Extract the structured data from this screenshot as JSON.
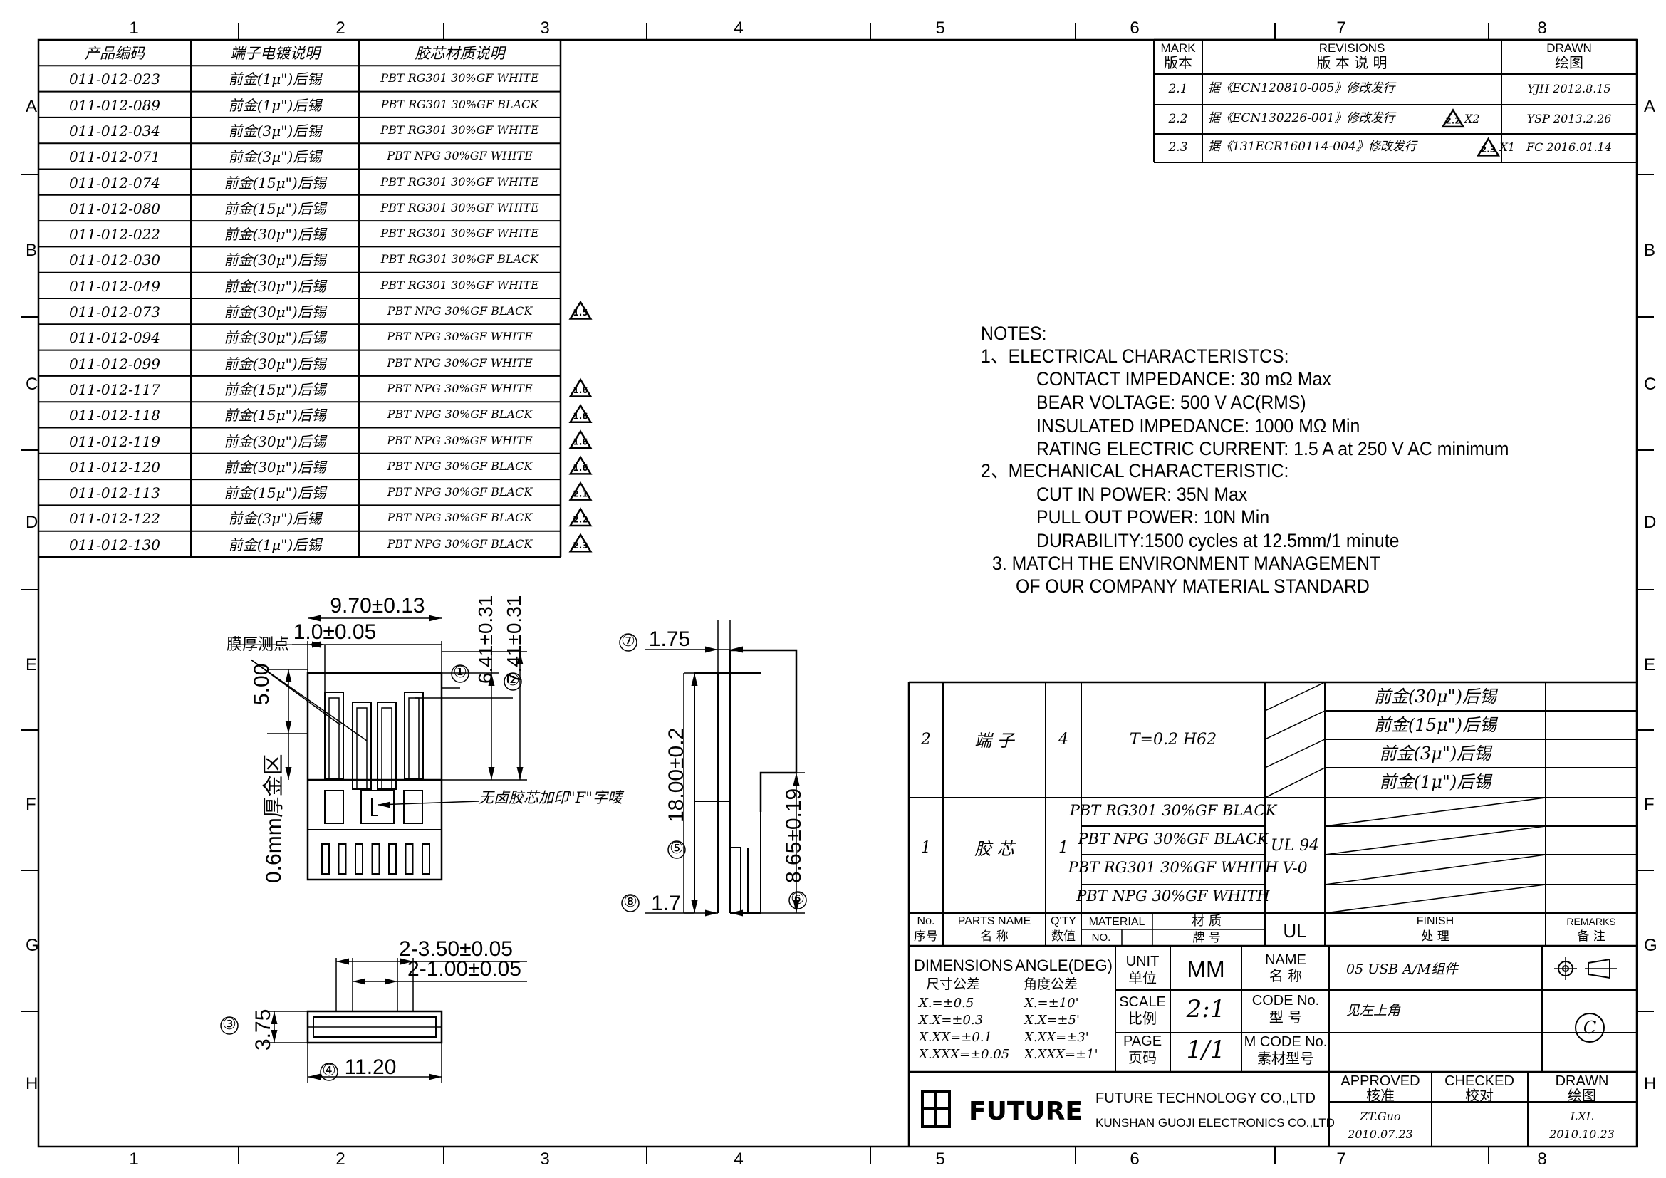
{
  "zones": {
    "cols": [
      "1",
      "2",
      "3",
      "4",
      "5",
      "6",
      "7",
      "8"
    ],
    "rows": [
      "A",
      "B",
      "C",
      "D",
      "E",
      "F",
      "G",
      "H"
    ]
  },
  "part_table": {
    "headers": [
      "产品编码",
      "端子电镀说明",
      "胶芯材质说明"
    ],
    "rows": [
      {
        "code": "011-012-023",
        "plating": "前金(1μ\")后锡",
        "material": "PBT RG301 30%GF WHITE",
        "mark": ""
      },
      {
        "code": "011-012-089",
        "plating": "前金(1μ\")后锡",
        "material": "PBT RG301 30%GF BLACK",
        "mark": ""
      },
      {
        "code": "011-012-034",
        "plating": "前金(3μ\")后锡",
        "material": "PBT RG301 30%GF WHITE",
        "mark": ""
      },
      {
        "code": "011-012-071",
        "plating": "前金(3μ\")后锡",
        "material": "PBT NPG 30%GF WHITE",
        "mark": ""
      },
      {
        "code": "011-012-074",
        "plating": "前金(15μ\")后锡",
        "material": "PBT RG301 30%GF WHITE",
        "mark": ""
      },
      {
        "code": "011-012-080",
        "plating": "前金(15μ\")后锡",
        "material": "PBT RG301 30%GF WHITE",
        "mark": ""
      },
      {
        "code": "011-012-022",
        "plating": "前金(30μ\")后锡",
        "material": "PBT RG301 30%GF WHITE",
        "mark": ""
      },
      {
        "code": "011-012-030",
        "plating": "前金(30μ\")后锡",
        "material": "PBT RG301 30%GF BLACK",
        "mark": ""
      },
      {
        "code": "011-012-049",
        "plating": "前金(30μ\")后锡",
        "material": "PBT RG301 30%GF WHITE",
        "mark": ""
      },
      {
        "code": "011-012-073",
        "plating": "前金(30μ\")后锡",
        "material": "PBT NPG 30%GF BLACK",
        "mark": "1.5"
      },
      {
        "code": "011-012-094",
        "plating": "前金(30μ\")后锡",
        "material": "PBT NPG 30%GF WHITE",
        "mark": ""
      },
      {
        "code": "011-012-099",
        "plating": "前金(30μ\")后锡",
        "material": "PBT NPG 30%GF WHITE",
        "mark": ""
      },
      {
        "code": "011-012-117",
        "plating": "前金(15μ\")后锡",
        "material": "PBT NPG 30%GF WHITE",
        "mark": "1.6"
      },
      {
        "code": "011-012-118",
        "plating": "前金(15μ\")后锡",
        "material": "PBT NPG 30%GF BLACK",
        "mark": "1.6"
      },
      {
        "code": "011-012-119",
        "plating": "前金(30μ\")后锡",
        "material": "PBT NPG 30%GF WHITE",
        "mark": "1.6"
      },
      {
        "code": "011-012-120",
        "plating": "前金(30μ\")后锡",
        "material": "PBT NPG 30%GF BLACK",
        "mark": "1.6"
      },
      {
        "code": "011-012-113",
        "plating": "前金(15μ\")后锡",
        "material": "PBT NPG 30%GF BLACK",
        "mark": "2.1"
      },
      {
        "code": "011-012-122",
        "plating": "前金(3μ\")后锡",
        "material": "PBT NPG 30%GF BLACK",
        "mark": "2.2"
      },
      {
        "code": "011-012-130",
        "plating": "前金(1μ\")后锡",
        "material": "PBT NPG 30%GF BLACK",
        "mark": "2.3"
      }
    ]
  },
  "revisions": {
    "header": {
      "mark": "MARK",
      "mark_cn": "版本",
      "rev": "REVISIONS",
      "rev_cn": "版 本 说 明",
      "drawn": "DRAWN",
      "drawn_cn": "绘图"
    },
    "rows": [
      {
        "mark": "2.1",
        "desc": "据《ECN120810-005》修改发行",
        "tri": "",
        "suffix": "",
        "drawn": "YJH 2012.8.15"
      },
      {
        "mark": "2.2",
        "desc": "据《ECN130226-001》修改发行",
        "tri": "2.2",
        "suffix": "X2",
        "drawn": "YSP 2013.2.26"
      },
      {
        "mark": "2.3",
        "desc": "据《131ECR160114-004》修改发行",
        "tri": "2.3",
        "suffix": "X1",
        "drawn": "FC 2016.01.14"
      }
    ]
  },
  "notes": {
    "title": "NOTES:",
    "lines": [
      "1、ELECTRICAL CHARACTERISTCS:",
      "CONTACT IMPEDANCE: 30 mΩ Max",
      "BEAR VOLTAGE: 500 V AC(RMS)",
      "INSULATED IMPEDANCE: 1000 MΩ   Min",
      "RATING ELECTRIC CURRENT: 1.5 A at 250 V AC minimum",
      "2、MECHANICAL CHARACTERISTIC:",
      "CUT IN POWER: 35N Max",
      "PULL OUT POWER: 10N Min",
      "DURABILITY:1500 cycles at 12.5mm/1 minute",
      "3. MATCH THE ENVIRONMENT MANAGEMENT",
      "OF OUR COMPANY MATERIAL STANDARD"
    ]
  },
  "front_view": {
    "dim_width": "9.70±0.13",
    "dim_pitch": "1.0±0.05",
    "dim_h1": "6.41±0.31",
    "dim_h2": "7.41±0.31",
    "dim_500": "5.00",
    "label_film": "膜厚测点",
    "label_gold": "0.6mm厚金区",
    "label_f": "无卤胶芯加印\"F\"字唛",
    "c1": "①",
    "c2": "②"
  },
  "side_view": {
    "dim_top": "1.75",
    "dim_bottom": "1.7",
    "dim_len": "18.00±0.2",
    "dim_len2": "8.65±0.19",
    "c5": "⑤",
    "c6": "⑥",
    "c7": "⑦",
    "c8": "⑧"
  },
  "bottom_view": {
    "dim_a": "2-3.50±0.05",
    "dim_b": "2-1.00±0.05",
    "dim_h": "3.75",
    "dim_w": "11.20",
    "c3": "③",
    "c4": "④"
  },
  "bom": {
    "item2": {
      "no": "2",
      "name": "端 子",
      "qty": "4",
      "material": "T=0.2 H62"
    },
    "item1": {
      "no": "1",
      "name": "胶 芯",
      "qty": "1",
      "ul": "UL 94\nV-0"
    },
    "finishes": [
      "前金(30μ\")后锡",
      "前金(15μ\")后锡",
      "前金(3μ\")后锡",
      "前金(1μ\")后锡"
    ],
    "materials": [
      "PBT RG301 30%GF BLACK",
      "PBT NPG 30%GF BLACK",
      "PBT RG301 30%GF WHITH",
      "PBT NPG 30%GF WHITH"
    ],
    "headers": {
      "no": "No.",
      "no_cn": "序号",
      "parts": "PARTS NAME",
      "parts_cn": "名 称",
      "qty": "Q'TY",
      "qty_cn": "数值",
      "material": "MATERIAL",
      "material_cn": "材 质",
      "mat_no": "NO.",
      "mat_no_cn": "牌 号",
      "ul": "UL",
      "finish": "FINISH",
      "finish_cn": "处 理",
      "remarks": "REMARKS",
      "remarks_cn": "备 注"
    }
  },
  "title_block": {
    "dimensions": "DIMENSIONS",
    "dimensions_cn": "尺寸公差",
    "angle": "ANGLE(DEG)",
    "angle_cn": "角度公差",
    "tol": [
      "X.=±0.5",
      "X.X=±0.3",
      "X.XX=±0.1",
      "X.XXX=±0.05"
    ],
    "ang": [
      "X.=±10'",
      "X.X=±5'",
      "X.XX=±3'",
      "X.XXX=±1'"
    ],
    "unit": "UNIT",
    "unit_cn": "单位",
    "unit_val": "MM",
    "scale": "SCALE",
    "scale_cn": "比例",
    "scale_val": "2:1",
    "page": "PAGE",
    "page_cn": "页码",
    "page_val": "1/1",
    "name": "NAME",
    "name_cn": "名 称",
    "name_val": "05 USB A/M组件",
    "code": "CODE No.",
    "code_cn": "型 号",
    "code_val": "见左上角",
    "mcode": "M CODE No.",
    "mcode_cn": "素材型号",
    "approved": "APPROVED",
    "approved_cn": "核准",
    "approved_by": "ZT.Guo",
    "approved_date": "2010.07.23",
    "checked": "CHECKED",
    "checked_cn": "校对",
    "drawn": "DRAWN",
    "drawn_cn": "绘图",
    "drawn_by": "LXL",
    "drawn_date": "2010.10.23",
    "logo": "FUTURE",
    "company1": "FUTURE TECHNOLOGY CO.,LTD",
    "company2": "KUNSHAN GUOJI ELECTRONICS CO.,LTD",
    "copyright": "C"
  }
}
